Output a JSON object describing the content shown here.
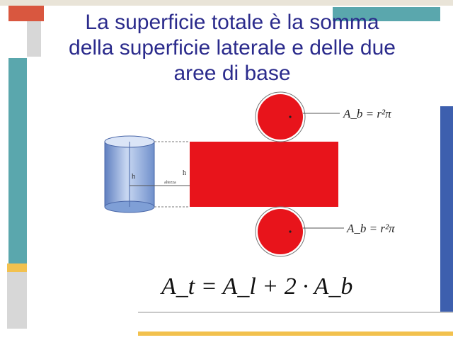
{
  "slide": {
    "title_lines": [
      "La superficie totale è la somma",
      "della superficie laterale e delle due",
      "aree di base"
    ]
  },
  "diagram": {
    "cylinder_label_h": "h",
    "rectangle_label_h": "h",
    "small_label": "altezza",
    "top_base_formula": "A_b = r²π",
    "bottom_base_formula": "A_b = r²π",
    "total_formula": "A_t = A_l + 2 · A_b",
    "colors": {
      "red": "#e8141b",
      "cylinder_blue": "#7f9fd6",
      "title": "#2b2b8c"
    }
  }
}
